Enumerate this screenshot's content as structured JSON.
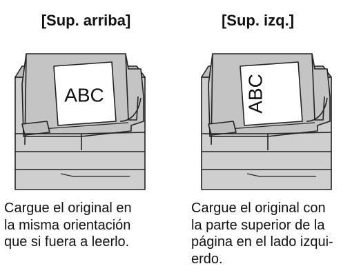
{
  "panels": [
    {
      "title": "[Sup. arriba]",
      "sheet_text": "ABC",
      "orientation": "upright",
      "caption": "Cargue el original en\nla misma orientación\nque si fuera a leerlo."
    },
    {
      "title": "[Sup. izq.]",
      "sheet_text": "ABC",
      "orientation": "rotated-left",
      "caption": "Cargue el original con\nla parte superior de la\npágina en el lado izqui-\nerdo."
    }
  ]
}
